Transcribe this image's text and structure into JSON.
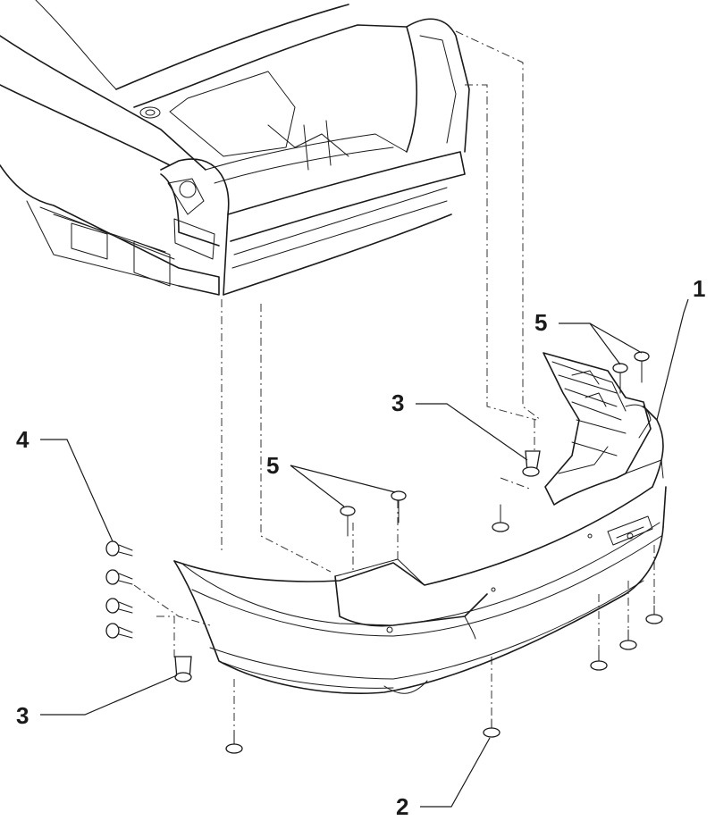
{
  "callouts": {
    "c1": "1",
    "c2": "2",
    "c3a": "3",
    "c3b": "3",
    "c4": "4",
    "c5a": "5",
    "c5b": "5"
  },
  "colors": {
    "line": "#1a1a1a",
    "background": "#ffffff"
  }
}
